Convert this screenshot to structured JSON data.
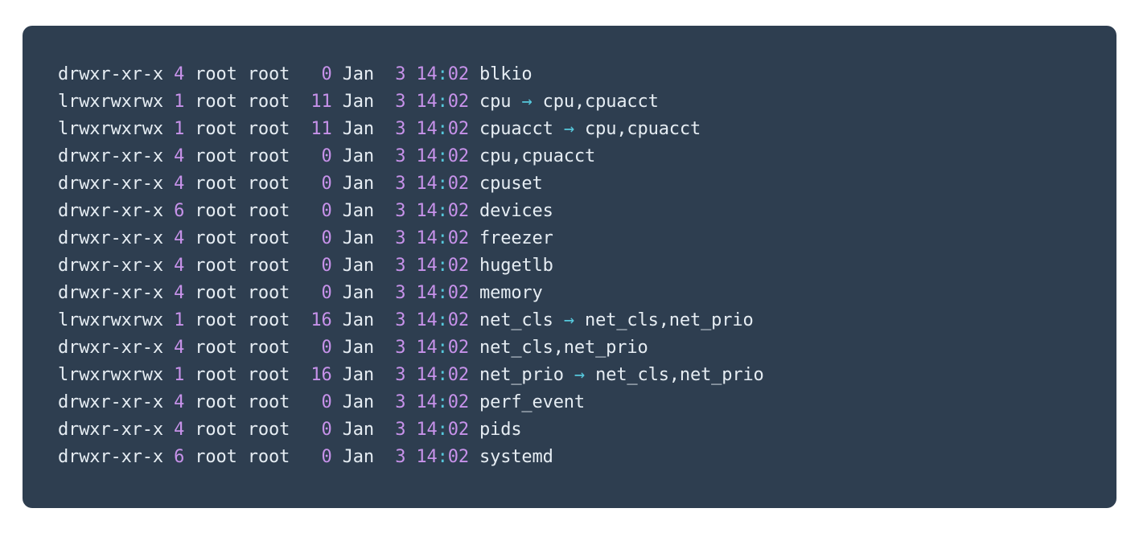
{
  "colors": {
    "page_background": "#ffffff",
    "terminal_background": "#2e3e50",
    "text": "#e6edf3",
    "number": "#c792ea",
    "accent_cyan": "#56c8dc"
  },
  "terminal": {
    "command_output_type": "ls -l long listing",
    "columns": [
      "permissions",
      "links",
      "owner",
      "group",
      "size",
      "month",
      "day",
      "time",
      "name",
      "arrow",
      "target"
    ],
    "arrow_glyph": "→",
    "rows": [
      {
        "permissions": "drwxr-xr-x",
        "links": "4",
        "owner": "root",
        "group": "root",
        "size": "0",
        "month": "Jan",
        "day": "3",
        "time": "14:02",
        "name": "blkio",
        "arrow": "",
        "target": ""
      },
      {
        "permissions": "lrwxrwxrwx",
        "links": "1",
        "owner": "root",
        "group": "root",
        "size": "11",
        "month": "Jan",
        "day": "3",
        "time": "14:02",
        "name": "cpu",
        "arrow": "→",
        "target": "cpu,cpuacct"
      },
      {
        "permissions": "lrwxrwxrwx",
        "links": "1",
        "owner": "root",
        "group": "root",
        "size": "11",
        "month": "Jan",
        "day": "3",
        "time": "14:02",
        "name": "cpuacct",
        "arrow": "→",
        "target": "cpu,cpuacct"
      },
      {
        "permissions": "drwxr-xr-x",
        "links": "4",
        "owner": "root",
        "group": "root",
        "size": "0",
        "month": "Jan",
        "day": "3",
        "time": "14:02",
        "name": "cpu,cpuacct",
        "arrow": "",
        "target": ""
      },
      {
        "permissions": "drwxr-xr-x",
        "links": "4",
        "owner": "root",
        "group": "root",
        "size": "0",
        "month": "Jan",
        "day": "3",
        "time": "14:02",
        "name": "cpuset",
        "arrow": "",
        "target": ""
      },
      {
        "permissions": "drwxr-xr-x",
        "links": "6",
        "owner": "root",
        "group": "root",
        "size": "0",
        "month": "Jan",
        "day": "3",
        "time": "14:02",
        "name": "devices",
        "arrow": "",
        "target": ""
      },
      {
        "permissions": "drwxr-xr-x",
        "links": "4",
        "owner": "root",
        "group": "root",
        "size": "0",
        "month": "Jan",
        "day": "3",
        "time": "14:02",
        "name": "freezer",
        "arrow": "",
        "target": ""
      },
      {
        "permissions": "drwxr-xr-x",
        "links": "4",
        "owner": "root",
        "group": "root",
        "size": "0",
        "month": "Jan",
        "day": "3",
        "time": "14:02",
        "name": "hugetlb",
        "arrow": "",
        "target": ""
      },
      {
        "permissions": "drwxr-xr-x",
        "links": "4",
        "owner": "root",
        "group": "root",
        "size": "0",
        "month": "Jan",
        "day": "3",
        "time": "14:02",
        "name": "memory",
        "arrow": "",
        "target": ""
      },
      {
        "permissions": "lrwxrwxrwx",
        "links": "1",
        "owner": "root",
        "group": "root",
        "size": "16",
        "month": "Jan",
        "day": "3",
        "time": "14:02",
        "name": "net_cls",
        "arrow": "→",
        "target": "net_cls,net_prio"
      },
      {
        "permissions": "drwxr-xr-x",
        "links": "4",
        "owner": "root",
        "group": "root",
        "size": "0",
        "month": "Jan",
        "day": "3",
        "time": "14:02",
        "name": "net_cls,net_prio",
        "arrow": "",
        "target": ""
      },
      {
        "permissions": "lrwxrwxrwx",
        "links": "1",
        "owner": "root",
        "group": "root",
        "size": "16",
        "month": "Jan",
        "day": "3",
        "time": "14:02",
        "name": "net_prio",
        "arrow": "→",
        "target": "net_cls,net_prio"
      },
      {
        "permissions": "drwxr-xr-x",
        "links": "4",
        "owner": "root",
        "group": "root",
        "size": "0",
        "month": "Jan",
        "day": "3",
        "time": "14:02",
        "name": "perf_event",
        "arrow": "",
        "target": ""
      },
      {
        "permissions": "drwxr-xr-x",
        "links": "4",
        "owner": "root",
        "group": "root",
        "size": "0",
        "month": "Jan",
        "day": "3",
        "time": "14:02",
        "name": "pids",
        "arrow": "",
        "target": ""
      },
      {
        "permissions": "drwxr-xr-x",
        "links": "6",
        "owner": "root",
        "group": "root",
        "size": "0",
        "month": "Jan",
        "day": "3",
        "time": "14:02",
        "name": "systemd",
        "arrow": "",
        "target": ""
      }
    ]
  }
}
